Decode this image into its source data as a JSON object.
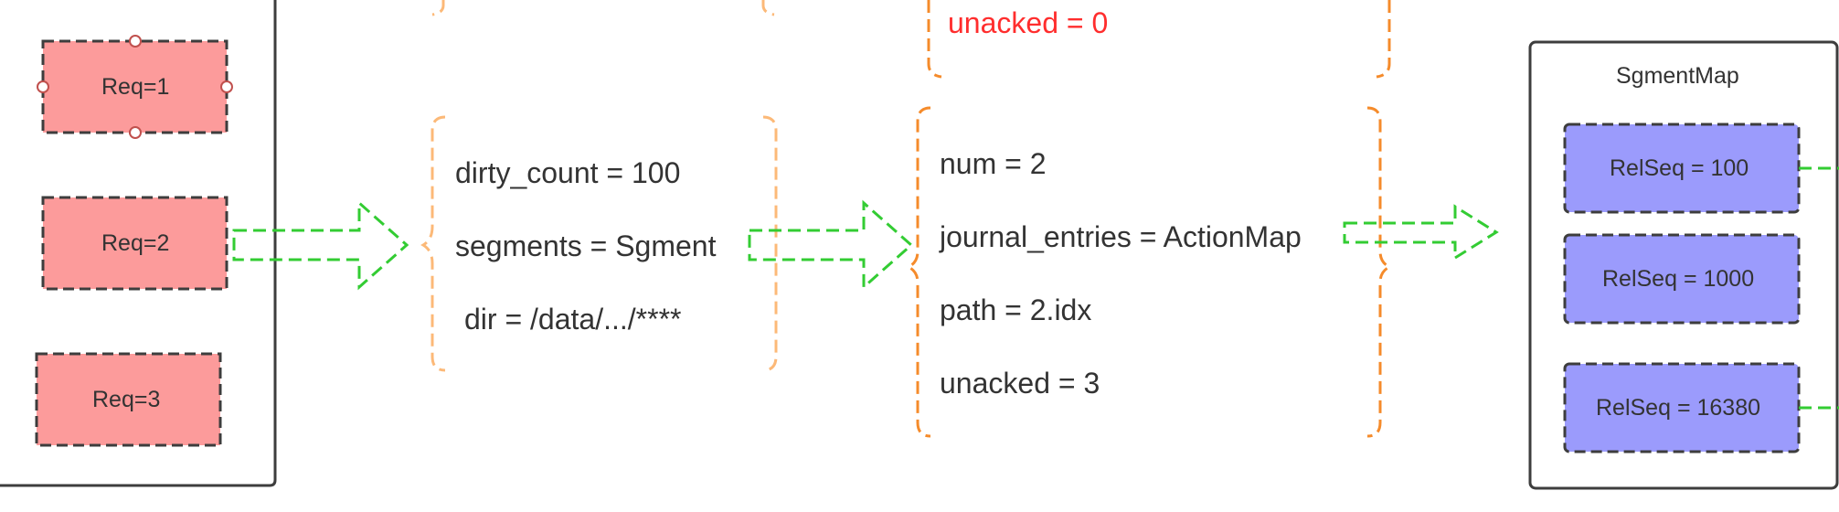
{
  "requests": {
    "items": [
      {
        "label": "Req=1"
      },
      {
        "label": "Req=2"
      },
      {
        "label": "Req=3"
      }
    ]
  },
  "dir_attrs": {
    "items": [
      "dirty_count = 100",
      "segments = Sgment",
      "dir = /data/.../****"
    ]
  },
  "top_partial": {
    "unacked": "unacked = 0"
  },
  "segment_attrs": {
    "items": [
      "num = 2",
      "journal_entries = ActionMap",
      "path = 2.idx",
      "unacked = 3"
    ]
  },
  "segment_map": {
    "title": "SgmentMap",
    "items": [
      {
        "label": "RelSeq = 100"
      },
      {
        "label": "RelSeq = 1000"
      },
      {
        "label": "RelSeq = 16380"
      }
    ]
  },
  "colors": {
    "req_fill": "#fc9b9b",
    "relseq_fill": "#9b9bfc",
    "dashed_border": "#3d3d3d",
    "brace_light": "#fcb978",
    "brace_strong": "#f58b2b",
    "arrow": "#33cc33",
    "highlight_text": "#ff2d2d"
  }
}
